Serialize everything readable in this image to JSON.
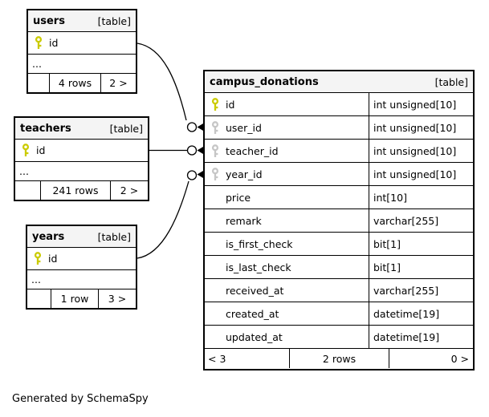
{
  "footer_note": "Generated by SchemaSpy",
  "colors": {
    "primary_key": "#cbcb00",
    "foreign_key": "#c6c6c6",
    "header_bg": "#f4f4f4",
    "line": "#000000"
  },
  "tables": {
    "users": {
      "name": "users",
      "tag": "[table]",
      "columns": [
        {
          "name": "id",
          "key": "pk"
        }
      ],
      "ellipsis": "...",
      "footer": {
        "left": "",
        "center": "4 rows",
        "right": "2 >"
      }
    },
    "teachers": {
      "name": "teachers",
      "tag": "[table]",
      "columns": [
        {
          "name": "id",
          "key": "pk"
        }
      ],
      "ellipsis": "...",
      "footer": {
        "left": "",
        "center": "241 rows",
        "right": "2 >"
      }
    },
    "years": {
      "name": "years",
      "tag": "[table]",
      "columns": [
        {
          "name": "id",
          "key": "pk"
        }
      ],
      "ellipsis": "...",
      "footer": {
        "left": "",
        "center": "1 row",
        "right": "3 >"
      }
    },
    "campus_donations": {
      "name": "campus_donations",
      "tag": "[table]",
      "columns": [
        {
          "name": "id",
          "type": "int unsigned[10]",
          "key": "pk"
        },
        {
          "name": "user_id",
          "type": "int unsigned[10]",
          "key": "fk"
        },
        {
          "name": "teacher_id",
          "type": "int unsigned[10]",
          "key": "fk"
        },
        {
          "name": "year_id",
          "type": "int unsigned[10]",
          "key": "fk"
        },
        {
          "name": "price",
          "type": "int[10]",
          "key": ""
        },
        {
          "name": "remark",
          "type": "varchar[255]",
          "key": ""
        },
        {
          "name": "is_first_check",
          "type": "bit[1]",
          "key": ""
        },
        {
          "name": "is_last_check",
          "type": "bit[1]",
          "key": ""
        },
        {
          "name": "received_at",
          "type": "varchar[255]",
          "key": ""
        },
        {
          "name": "created_at",
          "type": "datetime[19]",
          "key": ""
        },
        {
          "name": "updated_at",
          "type": "datetime[19]",
          "key": ""
        }
      ],
      "footer": {
        "left": "< 3",
        "center": "2 rows",
        "right": "0 >"
      }
    }
  },
  "relationships": [
    {
      "from": "users.id",
      "to": "campus_donations.user_id"
    },
    {
      "from": "teachers.id",
      "to": "campus_donations.teacher_id"
    },
    {
      "from": "years.id",
      "to": "campus_donations.year_id"
    }
  ]
}
